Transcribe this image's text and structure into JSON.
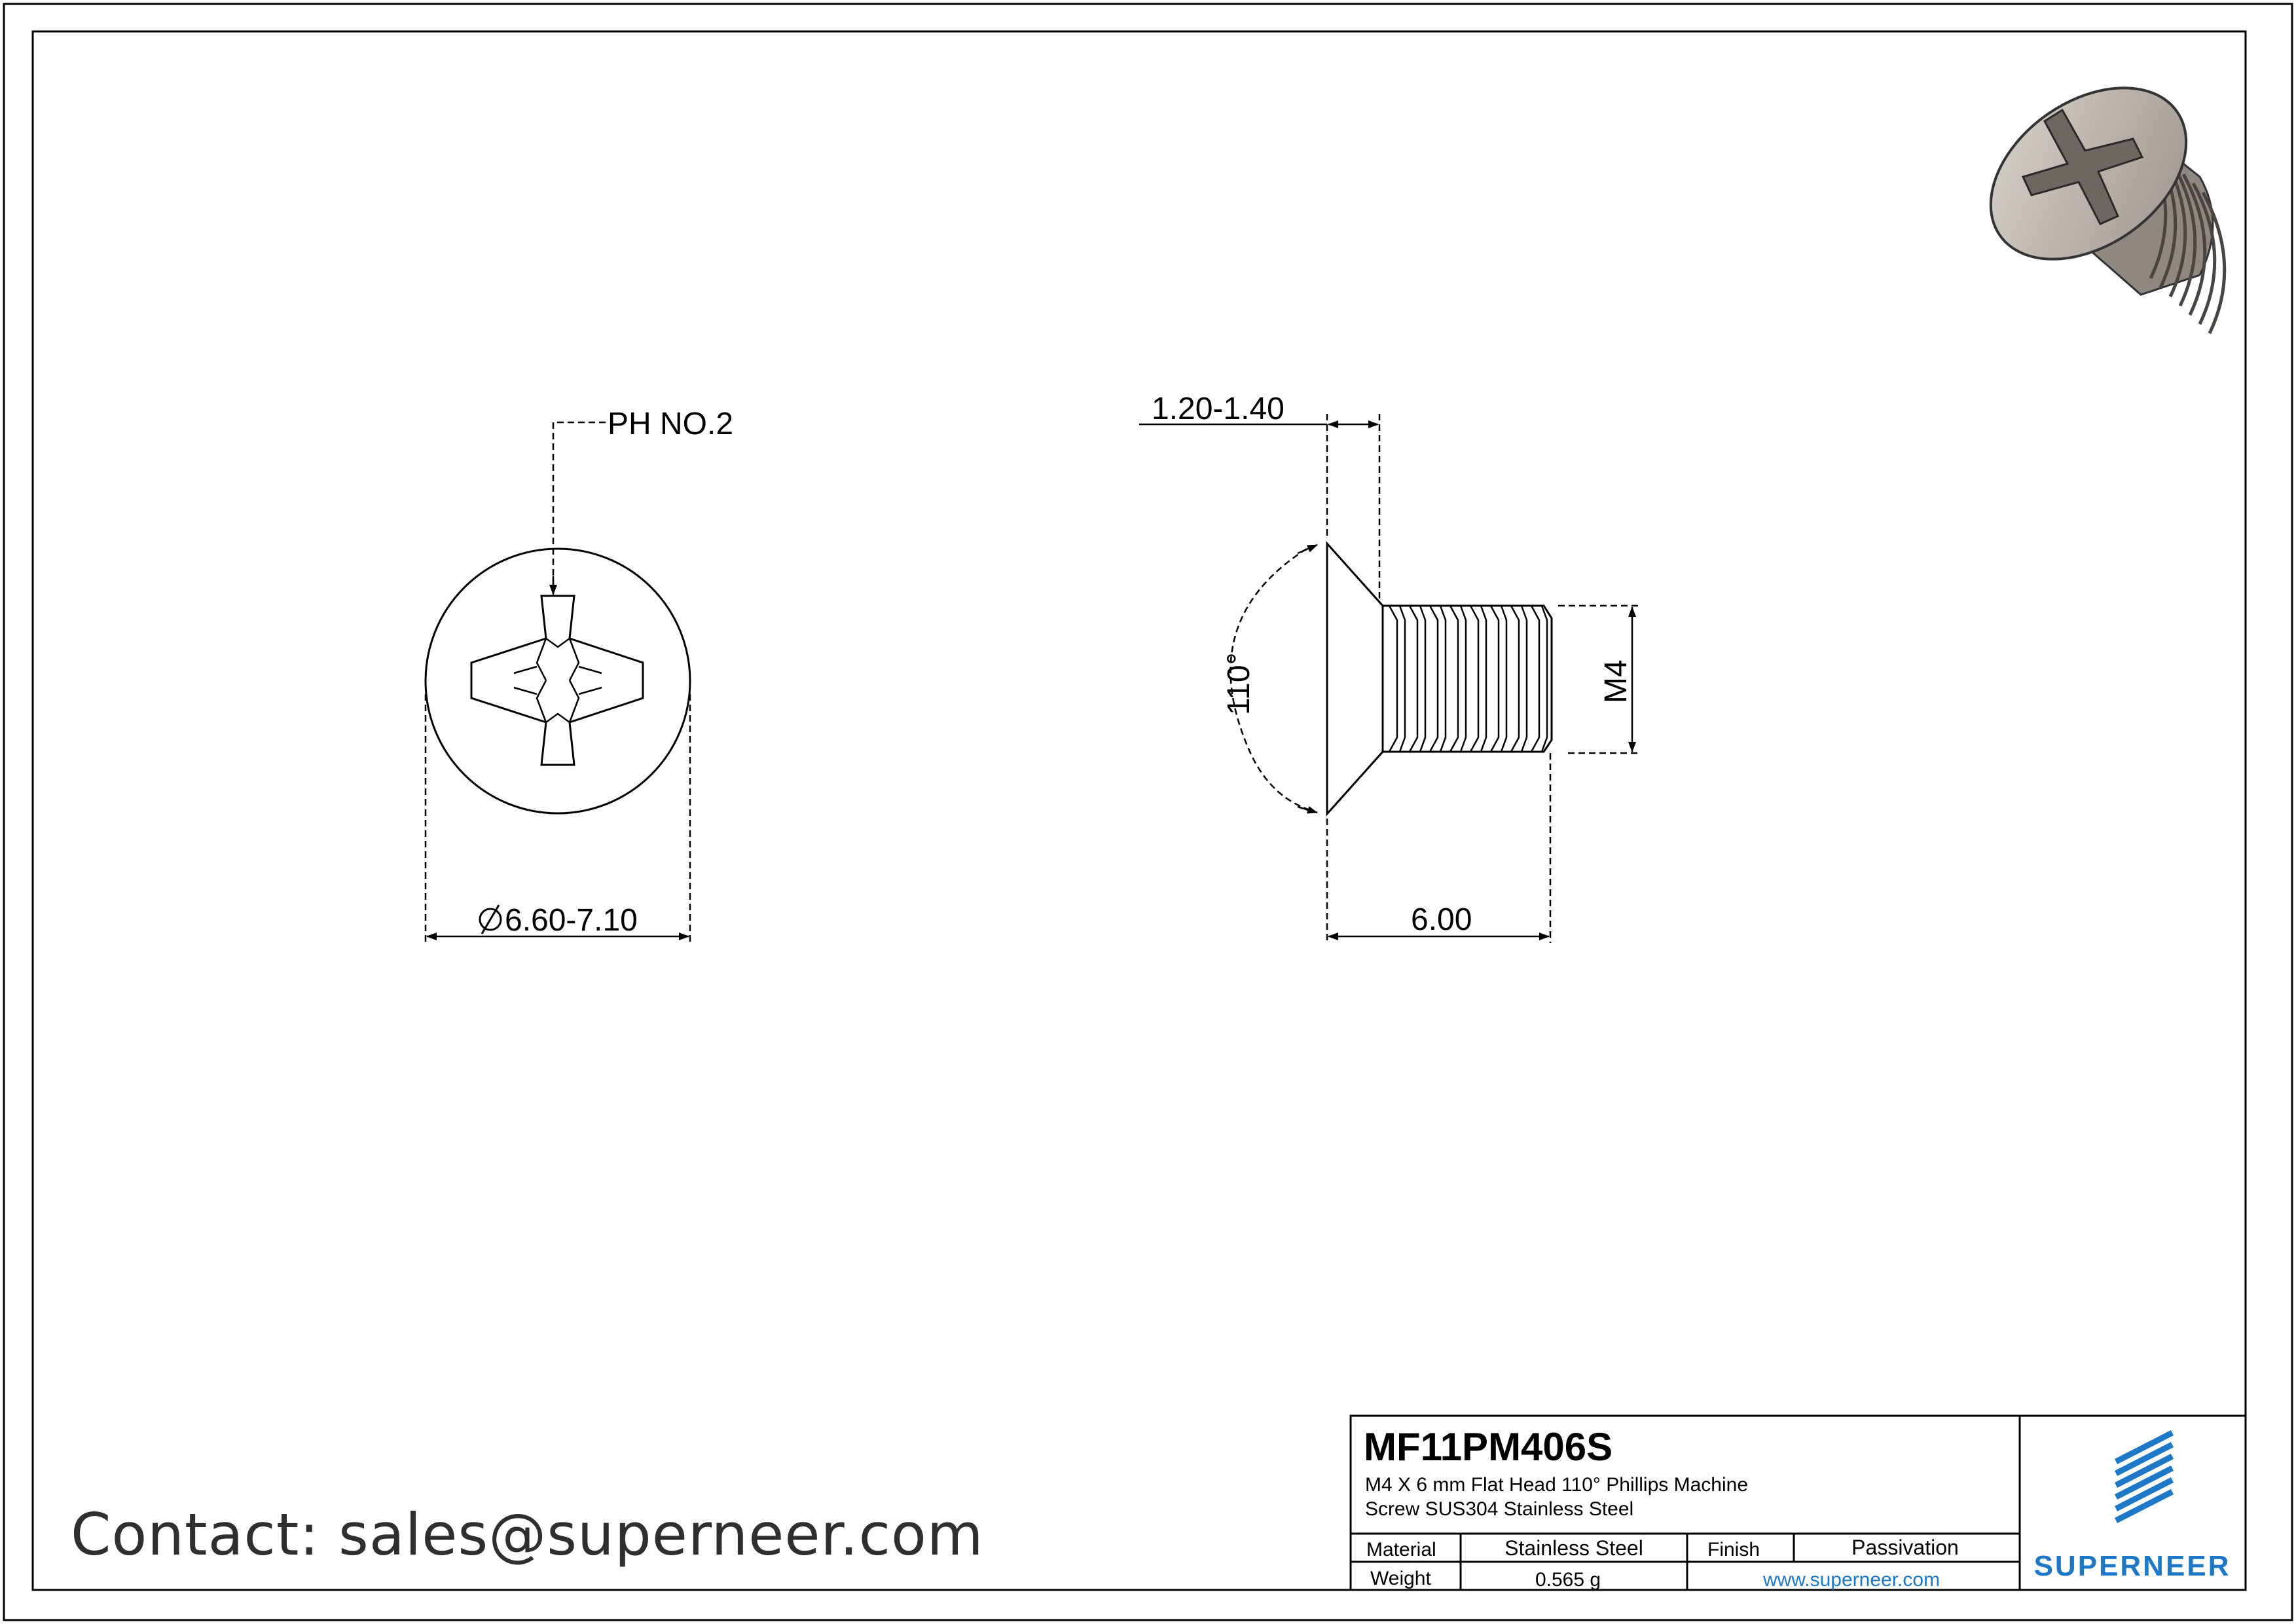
{
  "drawing": {
    "callout_phillips": "PH NO.2",
    "dim_head_diameter": "6.60-7.10",
    "dim_head_height": "1.20-1.40",
    "dim_angle": "110°",
    "dim_length": "6.00",
    "dim_thread": "M4"
  },
  "title_block": {
    "part_number": "MF11PM406S",
    "description_line1": "M4 X 6 mm  Flat Head 110° Phillips Machine",
    "description_line2": "Screw SUS304 Stainless Steel",
    "material_label": "Material",
    "material_value": "Stainless Steel",
    "finish_label": "Finish",
    "finish_value": "Passivation",
    "weight_label": "Weight",
    "weight_value": "0.565 g",
    "website": "www.superneer.com",
    "brand": "SUPERNEER",
    "brand_color": "#1e78c8"
  },
  "contact": "Contact: sales@superneer.com"
}
